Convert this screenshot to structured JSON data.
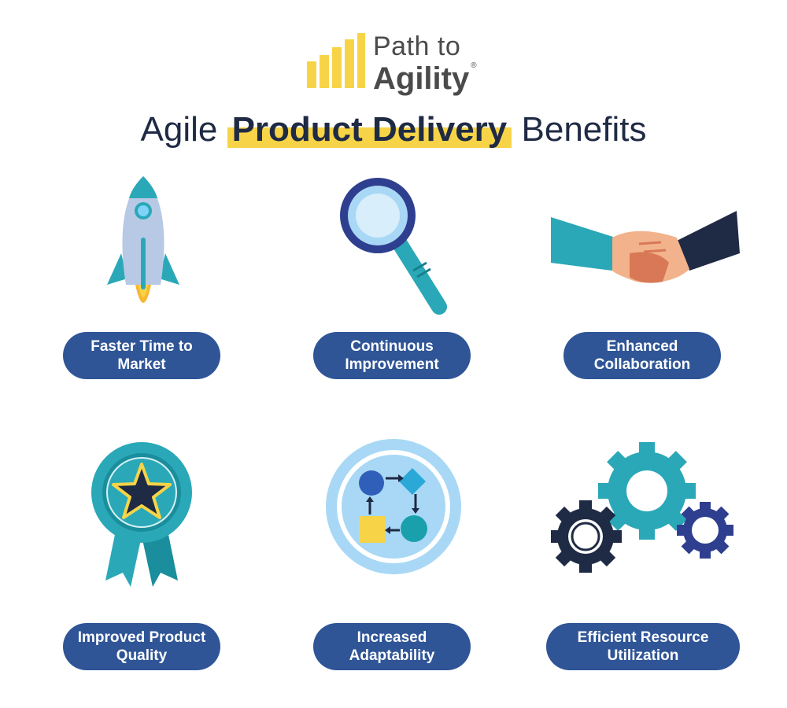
{
  "logo": {
    "line1": "Path to",
    "line2": "Agility",
    "registered": "®"
  },
  "title": {
    "prefix": "Agile",
    "highlight": "Product Delivery",
    "suffix": "Benefits"
  },
  "benefits": [
    {
      "label": "Faster Time to Market",
      "icon": "rocket-icon"
    },
    {
      "label": "Continuous Improvement",
      "icon": "magnifying-glass-icon"
    },
    {
      "label": "Enhanced Collaboration",
      "icon": "handshake-icon"
    },
    {
      "label": "Improved Product Quality",
      "icon": "award-ribbon-icon"
    },
    {
      "label": "Increased Adaptability",
      "icon": "process-cycle-icon"
    },
    {
      "label": "Efficient Resource Utilization",
      "icon": "gears-icon"
    }
  ],
  "colors": {
    "pill": "#2f5597",
    "highlight": "#f7d447",
    "teal": "#2aa8b8",
    "navy": "#1f2a44",
    "logo_bars": "#f7d447"
  }
}
